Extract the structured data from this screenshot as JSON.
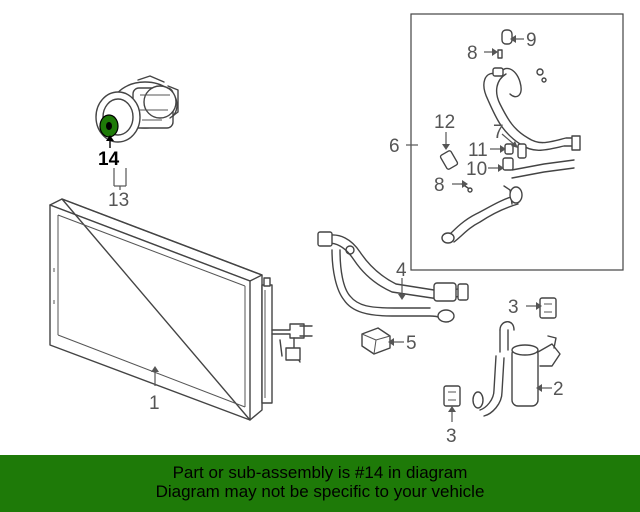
{
  "labels": {
    "l1": "1",
    "l2": "2",
    "l3a": "3",
    "l3b": "3",
    "l4": "4",
    "l5": "5",
    "l6": "6",
    "l7": "7",
    "l8a": "8",
    "l8b": "8",
    "l9": "9",
    "l10": "10",
    "l11": "11",
    "l12": "12",
    "l13": "13",
    "l14": "14"
  },
  "banner": {
    "line1": "Part or sub-assembly is #14 in diagram",
    "line2": "Diagram may not be specific to your vehicle"
  },
  "colors": {
    "banner_bg": "#1e7a08",
    "highlight_part": "#1e7a08"
  }
}
